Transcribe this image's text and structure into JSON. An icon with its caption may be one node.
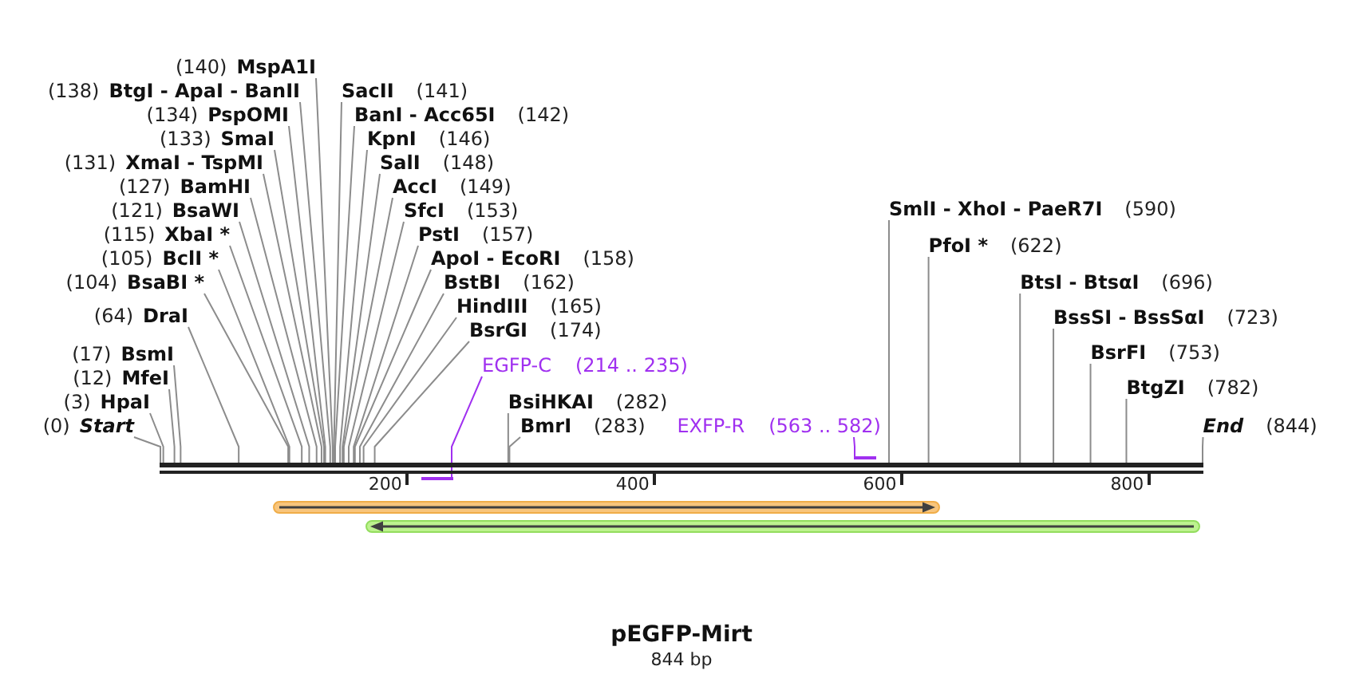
{
  "diagram": {
    "title": "pEGFP-Mirt",
    "caption": "844 bp",
    "nodes": [
      {
        "text": [
          "(140)",
          "MspA1I"
        ]
      },
      {
        "text": [
          "(138)",
          "BtgI - ApaI - BanII"
        ]
      },
      {
        "text": [
          "SacII",
          "(141)"
        ]
      },
      {
        "text": [
          "(134)",
          "PspOMI"
        ]
      },
      {
        "text": [
          "BanI - Acc65I",
          "(142)"
        ]
      },
      {
        "text": [
          "(133)",
          "SmaI"
        ]
      },
      {
        "text": [
          "KpnI",
          "(146)"
        ]
      },
      {
        "text": [
          "(131)",
          "XmaI - TspMI"
        ]
      },
      {
        "text": [
          "SalI",
          "(148)"
        ]
      },
      {
        "text": [
          "(127)",
          "BamHI"
        ]
      },
      {
        "text": [
          "AccI",
          "(149)"
        ]
      },
      {
        "text": [
          "(121)",
          "BsaWI"
        ]
      },
      {
        "text": [
          "SfcI",
          "(153)"
        ]
      },
      {
        "text": [
          "SmlI - XhoI - PaeR7I",
          "(590)"
        ]
      },
      {
        "text": [
          "(115)",
          "XbaI *"
        ]
      },
      {
        "text": [
          "PstI",
          "(157)"
        ]
      },
      {
        "text": [
          "PfoI *",
          "(622)"
        ]
      },
      {
        "text": [
          "(105)",
          "BclI *"
        ]
      },
      {
        "text": [
          "ApoI - EcoRI",
          "(158)"
        ]
      },
      {
        "text": [
          "(104)",
          "BsaBI *"
        ]
      },
      {
        "text": [
          "BstBI",
          "(162)"
        ]
      },
      {
        "text": [
          "BtsI - BtsαI",
          "(696)"
        ]
      },
      {
        "text": [
          "HindIII",
          "(165)"
        ]
      },
      {
        "text": [
          "(64)",
          "DraI"
        ]
      },
      {
        "text": [
          "BssSI - BssSαI",
          "(723)"
        ]
      },
      {
        "text": [
          "BsrGI",
          "(174)"
        ]
      },
      {
        "text": [
          "BsrFI",
          "(753)"
        ]
      },
      {
        "text": [
          "(17)",
          "BsmI"
        ]
      },
      {
        "text": [
          "EGFP-C",
          "(214 .. 235)"
        ]
      },
      {
        "text": [
          "(12)",
          "MfeI"
        ]
      },
      {
        "text": [
          "BtgZI",
          "(782)"
        ]
      },
      {
        "text": [
          "(3)",
          "HpaI"
        ]
      },
      {
        "text": [
          "BsiHKAI",
          "(282)"
        ]
      },
      {
        "text": [
          "(0)",
          "Start"
        ]
      },
      {
        "text": [
          "BmrI",
          "(283)"
        ]
      },
      {
        "text": [
          "EXFP-R",
          "(563 .. 582)"
        ]
      },
      {
        "text": [
          "End",
          "(844)"
        ]
      },
      {
        "text": [],
        "shape": "bar"
      },
      {
        "text": [],
        "shape": "bar"
      },
      {
        "text": [],
        "shape": "bar"
      },
      {
        "text": [],
        "shape": "arrow"
      },
      {
        "text": [],
        "shape": "arrow"
      }
    ],
    "edges": [
      {
        "from": 0,
        "to": 38,
        "arrow": "none"
      },
      {
        "from": 1,
        "to": 38,
        "arrow": "none"
      },
      {
        "from": 2,
        "to": 38,
        "arrow": "none"
      },
      {
        "from": 3,
        "to": 38,
        "arrow": "none"
      },
      {
        "from": 4,
        "to": 38,
        "arrow": "none"
      },
      {
        "from": 5,
        "to": 38,
        "arrow": "none"
      },
      {
        "from": 6,
        "to": 38,
        "arrow": "none"
      },
      {
        "from": 7,
        "to": 38,
        "arrow": "none"
      },
      {
        "from": 8,
        "to": 38,
        "arrow": "none"
      },
      {
        "from": 9,
        "to": 38,
        "arrow": "none"
      },
      {
        "from": 10,
        "to": 38,
        "arrow": "none"
      },
      {
        "from": 11,
        "to": 38,
        "arrow": "none"
      },
      {
        "from": 12,
        "to": 38,
        "arrow": "none"
      },
      {
        "from": 13,
        "to": 38,
        "arrow": "none"
      },
      {
        "from": 14,
        "to": 38,
        "arrow": "none"
      },
      {
        "from": 15,
        "to": 38,
        "arrow": "none"
      },
      {
        "from": 16,
        "to": 38,
        "arrow": "none"
      },
      {
        "from": 17,
        "to": 38,
        "arrow": "none"
      },
      {
        "from": 18,
        "to": 38,
        "arrow": "none"
      },
      {
        "from": 19,
        "to": 38,
        "arrow": "none"
      },
      {
        "from": 20,
        "to": 38,
        "arrow": "none"
      },
      {
        "from": 21,
        "to": 38,
        "arrow": "none"
      },
      {
        "from": 22,
        "to": 38,
        "arrow": "none"
      },
      {
        "from": 23,
        "to": 38,
        "arrow": "none"
      },
      {
        "from": 24,
        "to": 38,
        "arrow": "none"
      },
      {
        "from": 25,
        "to": 38,
        "arrow": "none"
      },
      {
        "from": 26,
        "to": 38,
        "arrow": "none"
      },
      {
        "from": 27,
        "to": 38,
        "arrow": "none"
      },
      {
        "from": 28,
        "to": 39,
        "arrow": "none",
        "color": "#a030f0"
      },
      {
        "from": 29,
        "to": 38,
        "arrow": "none"
      },
      {
        "from": 30,
        "to": 38,
        "arrow": "none"
      },
      {
        "from": 31,
        "to": 38,
        "arrow": "none"
      },
      {
        "from": 32,
        "to": 38,
        "arrow": "none"
      },
      {
        "from": 33,
        "to": 38,
        "arrow": "none"
      },
      {
        "from": 34,
        "to": 38,
        "arrow": "none"
      },
      {
        "from": 35,
        "to": 37,
        "arrow": "none",
        "color": "#a030f0"
      },
      {
        "from": 36,
        "to": 38,
        "arrow": "none"
      }
    ],
    "labels": [
      "200",
      "400",
      "600",
      "800"
    ]
  }
}
